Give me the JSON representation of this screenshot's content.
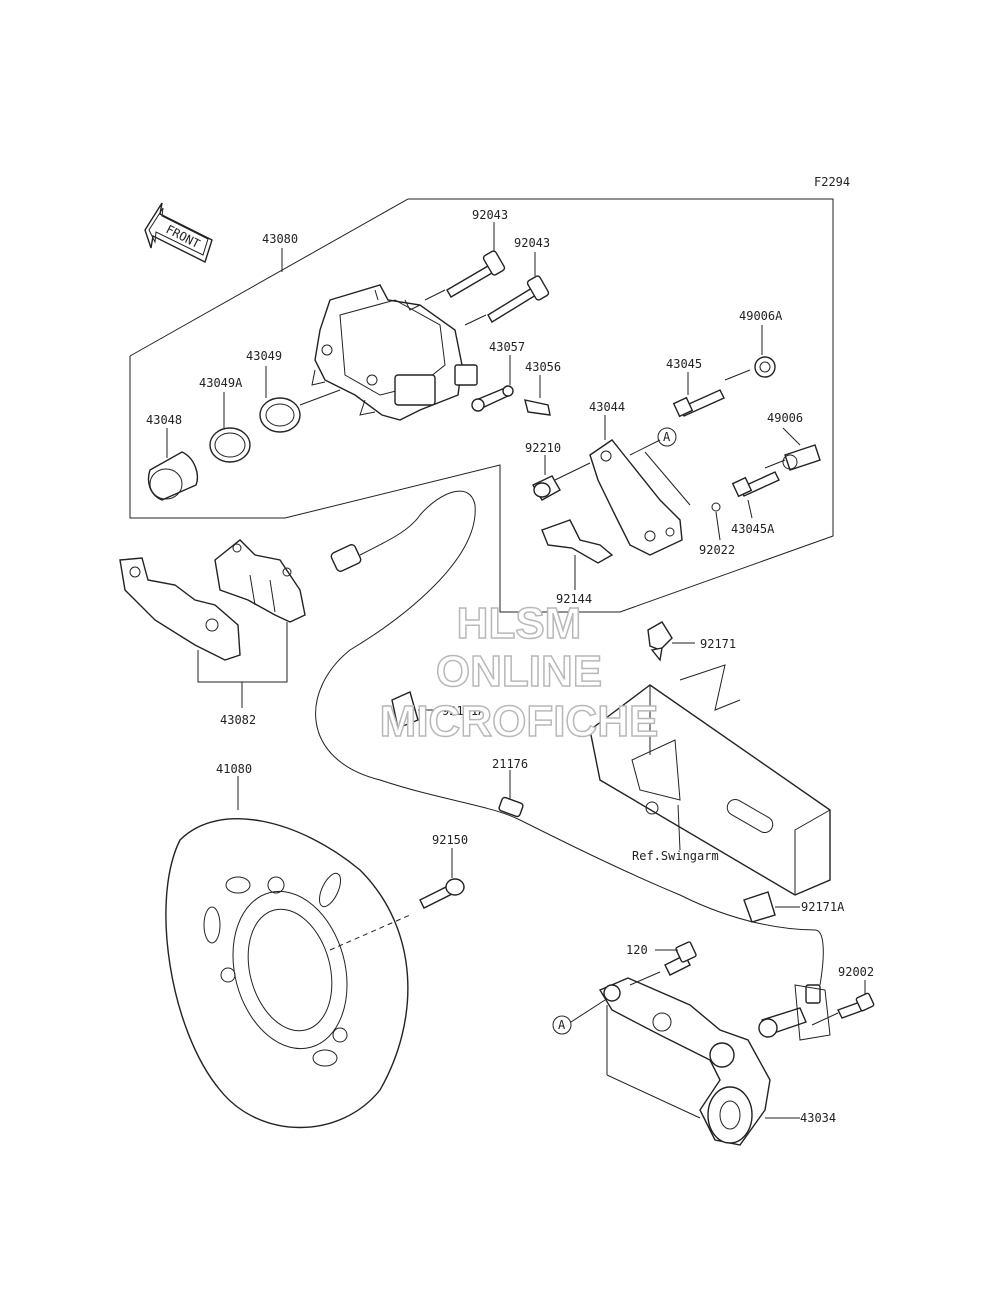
{
  "figure_code": "F2294",
  "front_label": "FRONT",
  "watermark": [
    "HLSM",
    "ONLINE",
    "MICROFICHE"
  ],
  "ref_label": "Ref.Swingarm",
  "callout_marker": "A",
  "part_numbers": {
    "p92043a": "92043",
    "p92043b": "92043",
    "p43080": "43080",
    "p49006A": "49006A",
    "p43049": "43049",
    "p43057": "43057",
    "p43045": "43045",
    "p43049A": "43049A",
    "p43056": "43056",
    "p43044": "43044",
    "p49006": "49006",
    "p43048": "43048",
    "p92210": "92210",
    "p43045A": "43045A",
    "p92022": "92022",
    "p92144": "92144",
    "p92171": "92171",
    "p43082": "43082",
    "p92171A_top": "92171A",
    "p41080": "41080",
    "p21176": "21176",
    "p92150": "92150",
    "p92171A_bot": "92171A",
    "p120": "120",
    "p92002": "92002",
    "p43034": "43034"
  }
}
